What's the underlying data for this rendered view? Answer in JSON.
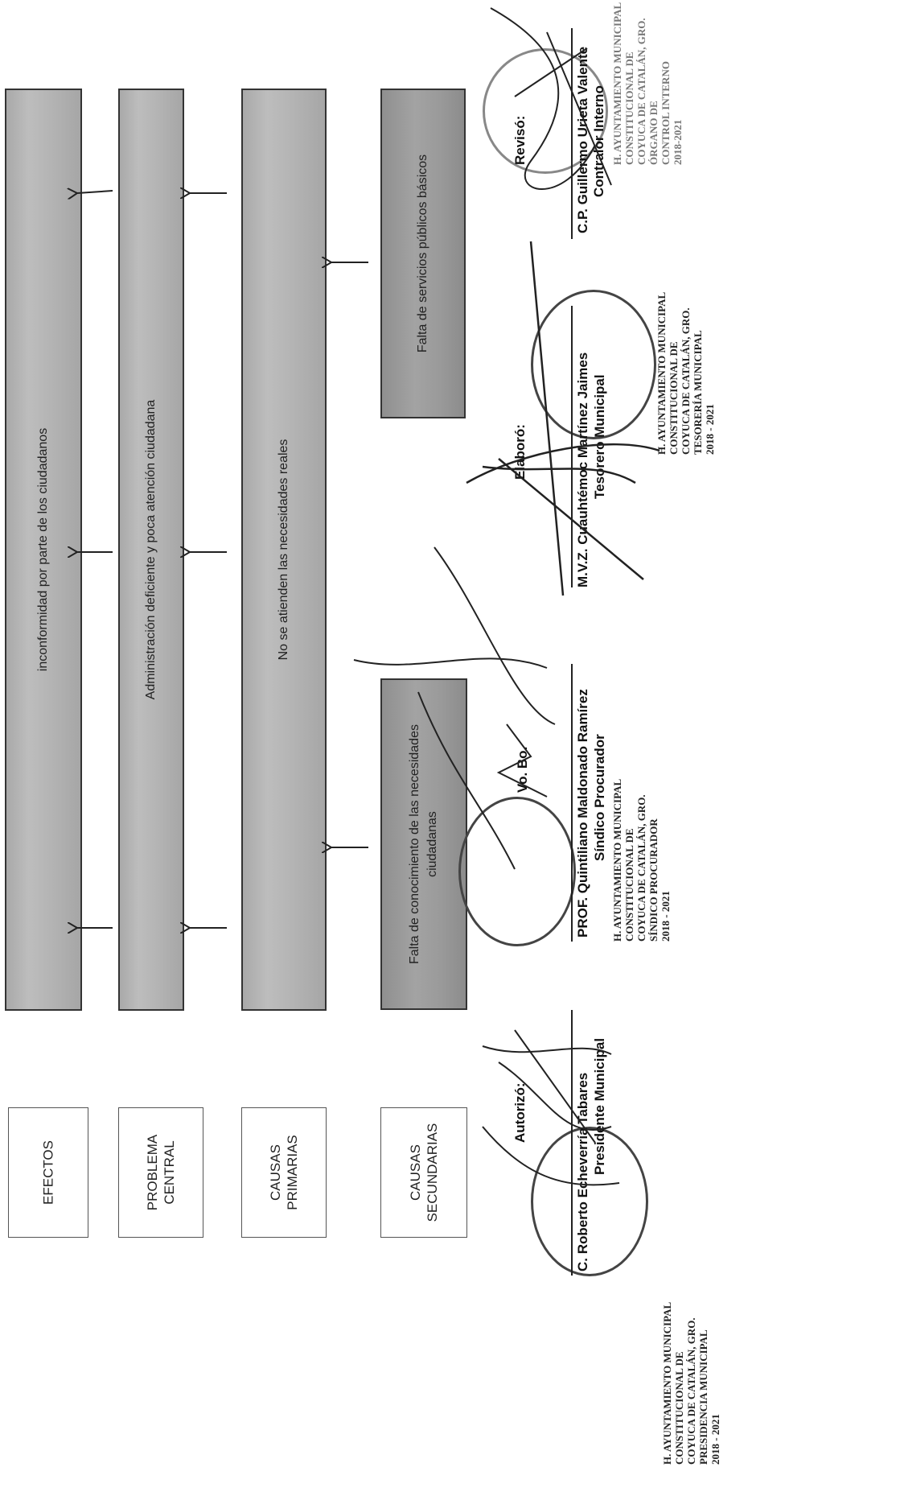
{
  "labels": {
    "efectos": "EFECTOS",
    "problema_central": "PROBLEMA\nCENTRAL",
    "causas_primarias": "CAUSAS\nPRIMARIAS",
    "causas_secundarias": "CAUSAS\nSECUNDARIAS"
  },
  "bars": {
    "efectos": "inconformidad por parte de los ciudadanos",
    "problema": "Administración deficiente y poca atención ciudadana",
    "primarias": "No se atienden las necesidades reales",
    "secundaria_1": "Falta de conocimiento de las necesidades\nciudadanas",
    "secundaria_2": "Falta de servicios públicos básicos"
  },
  "signatures": {
    "reviso": {
      "role_label": "Revisó:",
      "name": "C.P. Guillermo Urieta Valente",
      "title": "Contralor Interno",
      "stamp": "H. AYUNTAMIENTO MUNICIPAL\nCONSTITUCIONAL DE\nCOYUCA DE CATALÁN, GRO.\nÓRGANO DE\nCONTROL INTERNO\n2018-2021"
    },
    "elaboro": {
      "role_label": "Elaboró:",
      "name": "M.V.Z. Cuauhtémoc Martínez Jaimes",
      "title": "Tesorero Municipal",
      "stamp": "H. AYUNTAMIENTO MUNICIPAL\nCONSTITUCIONAL DE\nCOYUCA DE CATALÁN, GRO.\nTESORERÍA MUNICIPAL\n2018 - 2021"
    },
    "vobo": {
      "role_label": "Vo. Bo.",
      "name": "PROF. Quintiliano Maldonado Ramírez",
      "title": "Síndico Procurador",
      "stamp": "H. AYUNTAMIENTO MUNICIPAL\nCONSTITUCIONAL DE\nCOYUCA DE CATALÁN, GRO.\nSÍNDICO PROCURADOR\n2018 - 2021"
    },
    "autorizo": {
      "role_label": "Autorizó:",
      "name": "C. Roberto Echeverría Tabares",
      "title": "Presidente Municipal",
      "stamp": "H. AYUNTAMIENTO MUNICIPAL\nCONSTITUCIONAL DE\nCOYUCA DE CATALÁN, GRO.\nPRESIDENCIA MUNICIPAL\n2018 - 2021"
    }
  }
}
